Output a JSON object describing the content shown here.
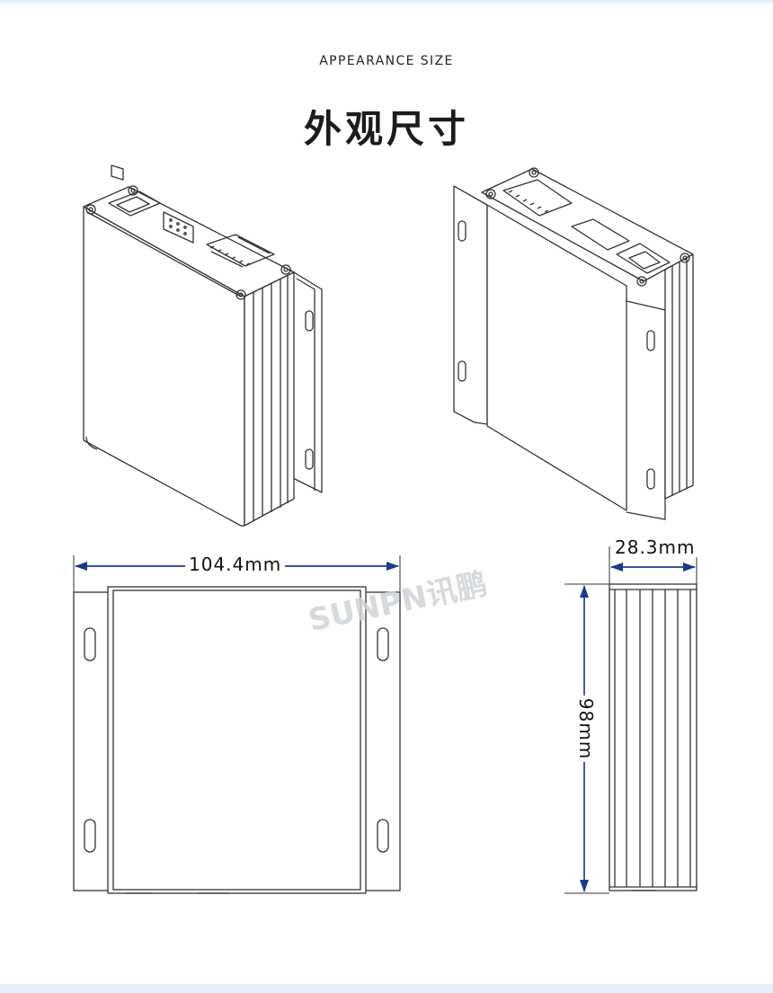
{
  "header": {
    "subtitle": "APPEARANCE SIZE",
    "title": "外观尺寸"
  },
  "dimensions": {
    "width": "104.4mm",
    "depth": "28.3mm",
    "height": "98mm"
  },
  "watermark": "SUNPN讯鹏",
  "colors": {
    "line": "#333333",
    "dimension_arrow": "#1a3a8c",
    "band": "#e6f0fa",
    "watermark": "#cfd3d8"
  }
}
